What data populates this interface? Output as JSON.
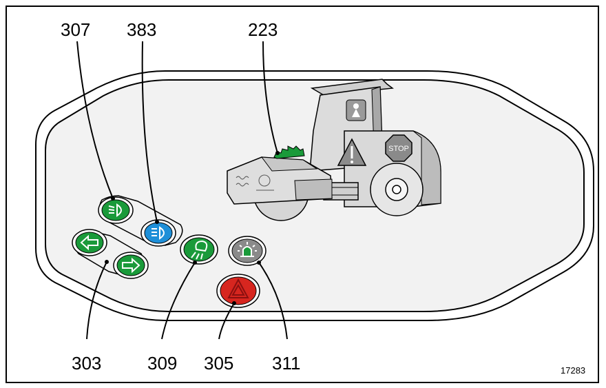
{
  "callouts": {
    "c307": "307",
    "c383": "383",
    "c223": "223",
    "c303": "303",
    "c309": "309",
    "c305": "305",
    "c311": "311"
  },
  "figure_id": "17283",
  "vehicle": {
    "stop_sign_text": "STOP"
  },
  "colors": {
    "green": "#1a9a3a",
    "blue": "#1e8fd8",
    "red": "#d7261f",
    "gray": "#8a8a8a",
    "panel_fill": "#f2f2f2",
    "roller_body": "#d9d9d9",
    "roller_shadow": "#a8a8a8"
  },
  "buttons": [
    {
      "id": "headlight-307",
      "icon": "low-beam-headlight-icon",
      "color": "green"
    },
    {
      "id": "headlight-383",
      "icon": "high-beam-headlight-icon",
      "color": "blue"
    },
    {
      "id": "turn-left",
      "icon": "left-arrow-icon",
      "color": "green"
    },
    {
      "id": "turn-right",
      "icon": "right-arrow-icon",
      "color": "green"
    },
    {
      "id": "work-light-309",
      "icon": "work-light-icon",
      "color": "green"
    },
    {
      "id": "beacon-311",
      "icon": "rotating-beacon-icon",
      "color": "gray"
    },
    {
      "id": "hazard-305",
      "icon": "hazard-triangle-icon",
      "color": "red"
    }
  ]
}
